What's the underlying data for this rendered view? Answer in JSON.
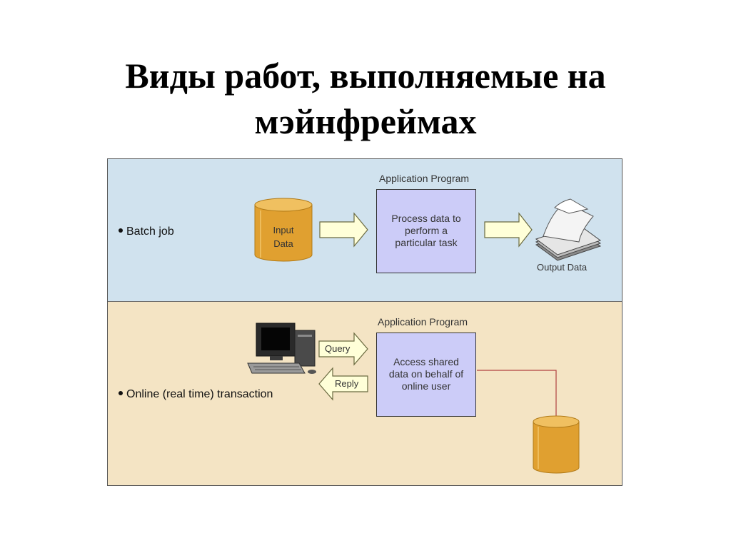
{
  "slide": {
    "title_line1": "Виды работ, выполняемые на",
    "title_line2": "мэйнфреймах"
  },
  "batch": {
    "label": "Batch job",
    "input_label_1": "Input",
    "input_label_2": "Data",
    "app_caption": "Application Program",
    "app_lines": [
      "Process data to",
      "perform a",
      "particular task"
    ],
    "output_label": "Output Data"
  },
  "online": {
    "label": "Online (real time) transaction",
    "query_label": "Query",
    "reply_label": "Reply",
    "app_caption": "Application Program",
    "app_lines": [
      "Access shared",
      "data on behalf of",
      "online user"
    ]
  },
  "colors": {
    "batch_bg": "#d0e2ee",
    "online_bg": "#f4e4c4",
    "app_box": "#ccccf8",
    "cylinder": "#e0a030",
    "arrow_fill": "#ffffd8",
    "connector": "#b04040"
  }
}
